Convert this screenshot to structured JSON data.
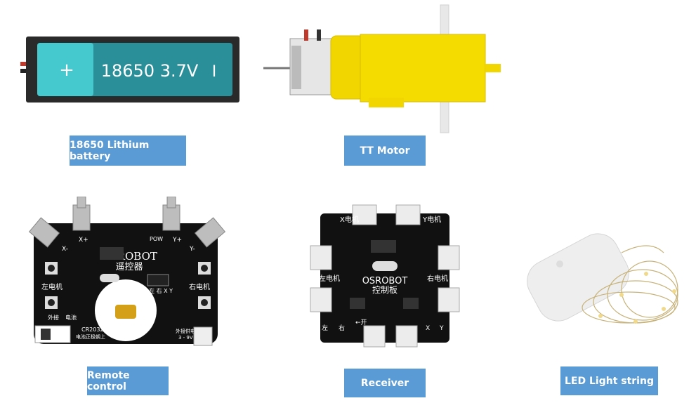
{
  "items": [
    {
      "label": "18650 Lithium battery",
      "battery_text": "18650  3.7V",
      "plus": "+",
      "minus": "I"
    },
    {
      "label": "TT Motor"
    },
    {
      "label": "Remote control",
      "board": {
        "title": "OSROBOT",
        "subtitle": "遥控器",
        "pow": "POW",
        "x_plus": "X+",
        "x_minus": "X-",
        "y_plus": "Y+",
        "y_minus": "Y-",
        "left_motor": "左电机",
        "right_motor": "右电机",
        "lr_xy": "左 右 X Y",
        "ext": "外接",
        "batt": "电池",
        "cr2032": "CR2032",
        "batt_note": "电池正极朝上",
        "ext_power": "外接供电",
        "volt": "3 - 9V"
      }
    },
    {
      "label": "Receiver",
      "board": {
        "title": "OSROBOT",
        "subtitle": "控制板",
        "x_motor": "X电机",
        "y_motor": "Y电机",
        "left_motor": "左电机",
        "right_motor": "右电机",
        "open": "←开",
        "left": "左",
        "right": "右",
        "x": "X",
        "y": "Y"
      }
    },
    {
      "label": "LED Light string"
    }
  ],
  "colors": {
    "label_bg": "#5b9bd5",
    "battery_body": "#3bbec7",
    "motor_yellow": "#f2d600",
    "board": "#111111"
  }
}
